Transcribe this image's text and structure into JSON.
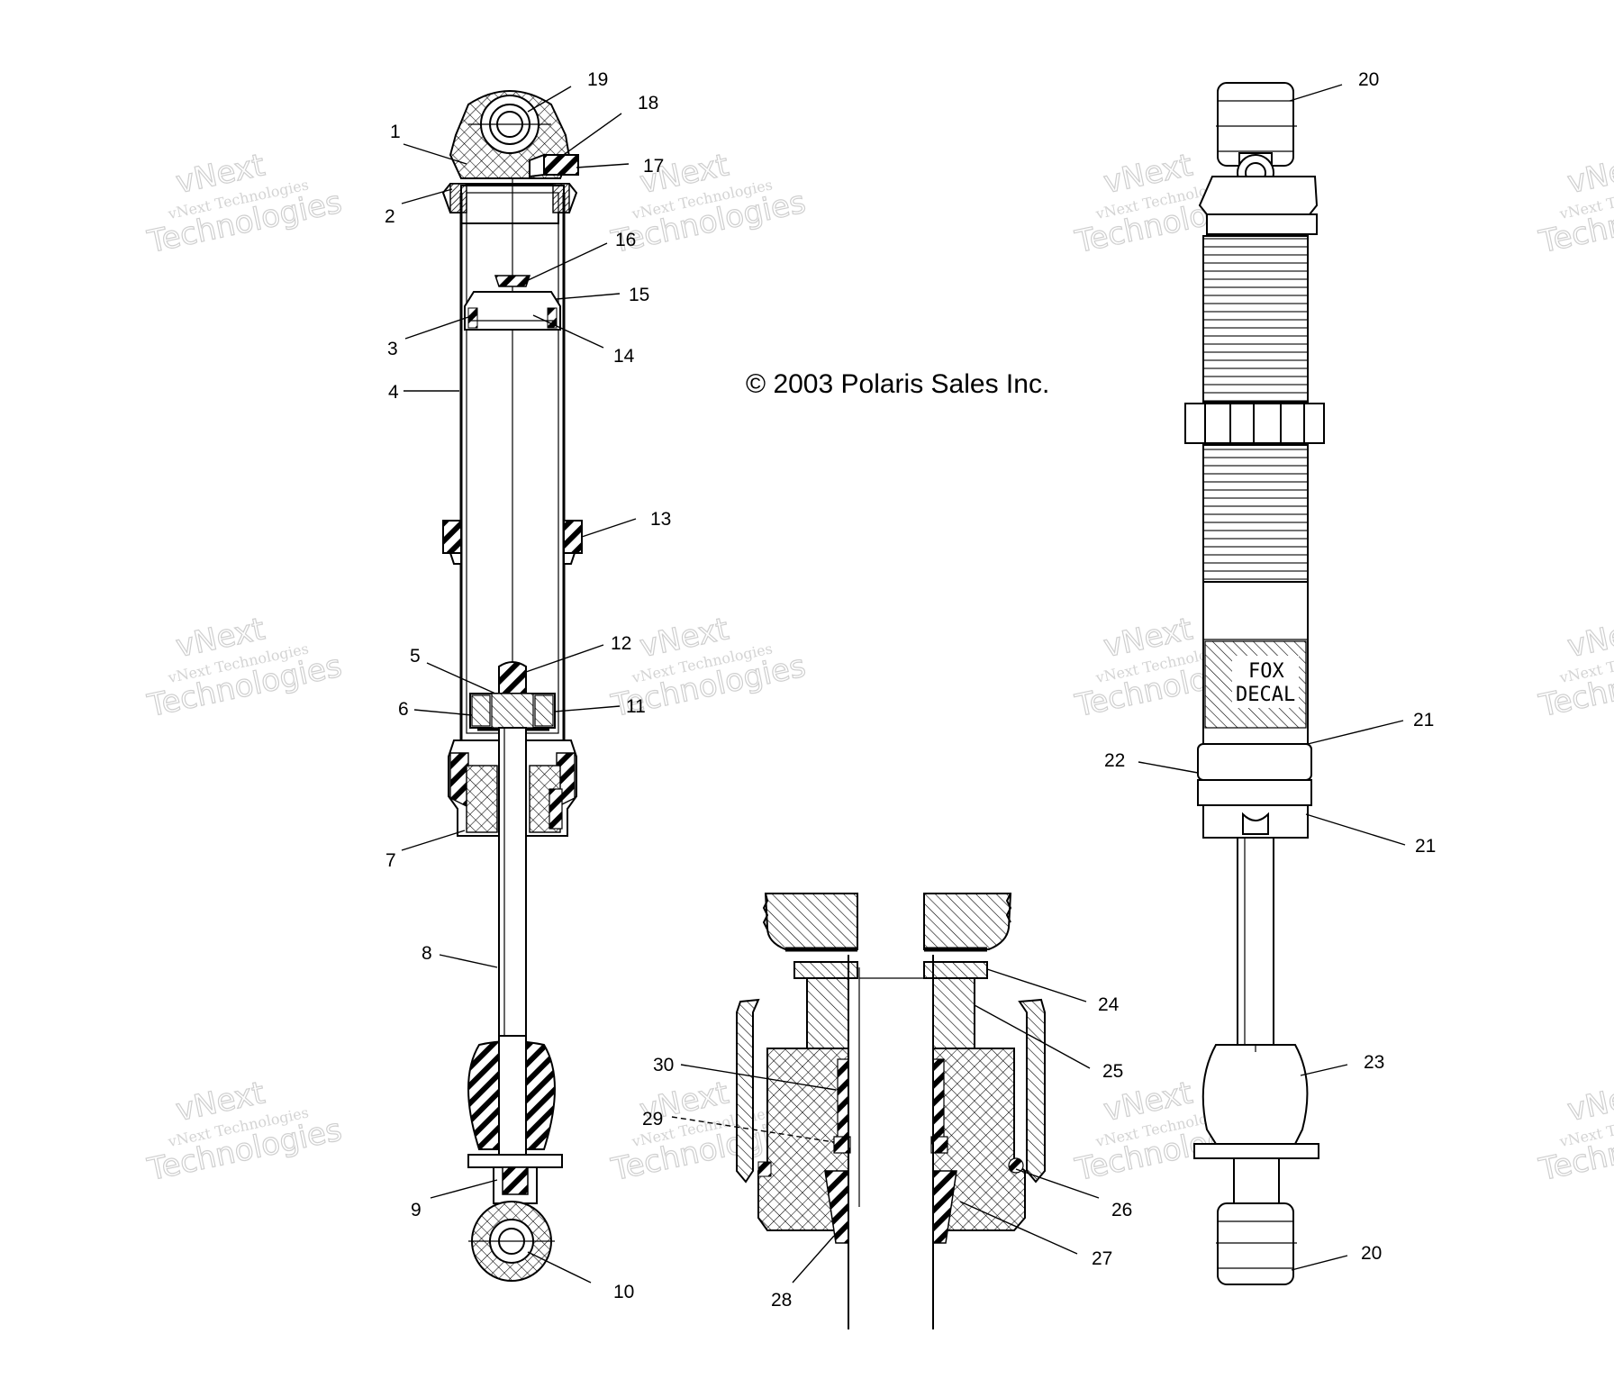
{
  "labels": {
    "copyright": "© 2003 Polaris Sales Inc.",
    "decal_line1": "FOX",
    "decal_line2": "DECAL"
  },
  "watermark": {
    "line1": "vNext",
    "line2": "vNext Technologies",
    "line3": "Technologies"
  },
  "callouts": [
    {
      "id": "1",
      "label": "1"
    },
    {
      "id": "2",
      "label": "2"
    },
    {
      "id": "3",
      "label": "3"
    },
    {
      "id": "4",
      "label": "4"
    },
    {
      "id": "5",
      "label": "5"
    },
    {
      "id": "6",
      "label": "6"
    },
    {
      "id": "7",
      "label": "7"
    },
    {
      "id": "8",
      "label": "8"
    },
    {
      "id": "9",
      "label": "9"
    },
    {
      "id": "10",
      "label": "10"
    },
    {
      "id": "11",
      "label": "11"
    },
    {
      "id": "12",
      "label": "12"
    },
    {
      "id": "13",
      "label": "13"
    },
    {
      "id": "14",
      "label": "14"
    },
    {
      "id": "15",
      "label": "15"
    },
    {
      "id": "16",
      "label": "16"
    },
    {
      "id": "17",
      "label": "17"
    },
    {
      "id": "18",
      "label": "18"
    },
    {
      "id": "19",
      "label": "19"
    },
    {
      "id": "20a",
      "label": "20"
    },
    {
      "id": "20b",
      "label": "20"
    },
    {
      "id": "21a",
      "label": "21"
    },
    {
      "id": "21b",
      "label": "21"
    },
    {
      "id": "22",
      "label": "22"
    },
    {
      "id": "23",
      "label": "23"
    },
    {
      "id": "24",
      "label": "24"
    },
    {
      "id": "25",
      "label": "25"
    },
    {
      "id": "26",
      "label": "26"
    },
    {
      "id": "27",
      "label": "27"
    },
    {
      "id": "28",
      "label": "28"
    },
    {
      "id": "29",
      "label": "29"
    },
    {
      "id": "30",
      "label": "30"
    }
  ]
}
